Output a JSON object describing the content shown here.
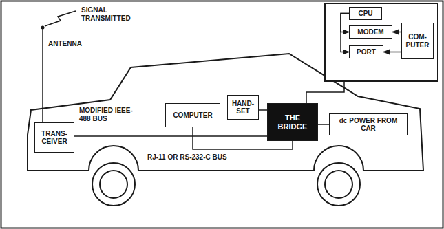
{
  "diagram": {
    "nodes": [
      {
        "text": [
          "CPU"
        ]
      },
      {
        "text": [
          "MODEM"
        ]
      },
      {
        "text": [
          "PORT"
        ]
      },
      {
        "text": [
          "COM- PUTER"
        ]
      },
      {
        "text": [
          "TRANS- CEIVER"
        ]
      },
      {
        "text": [
          "COMPUTER"
        ]
      },
      {
        "text": [
          "HAND- SET"
        ]
      },
      {
        "text": [
          "THE BRIDGE"
        ]
      },
      {
        "text": [
          "dc POWER FROM CAR"
        ]
      }
    ],
    "edges": [
      {
        "from": 0,
        "to": 1,
        "arrow": "to"
      },
      {
        "from": 0,
        "to": 2,
        "arrow": "to"
      },
      {
        "from": 3,
        "to": 1,
        "arrow": "to"
      },
      {
        "from": 3,
        "to": 2,
        "arrow": "to"
      },
      {
        "from": 4,
        "to": 7,
        "label": "MODIFIED IEEE-488 BUS",
        "arrow": "none"
      },
      {
        "from": 5,
        "to": 7,
        "label": "RJ-11 OR RS-232-C BUS",
        "arrow": "none"
      },
      {
        "from": 6,
        "to": 7,
        "arrow": "none"
      },
      {
        "from": 7,
        "to": 8,
        "arrow": "none"
      }
    ],
    "labels": [
      "SIGNAL TRANSMITTED",
      "ANTENNA"
    ]
  }
}
